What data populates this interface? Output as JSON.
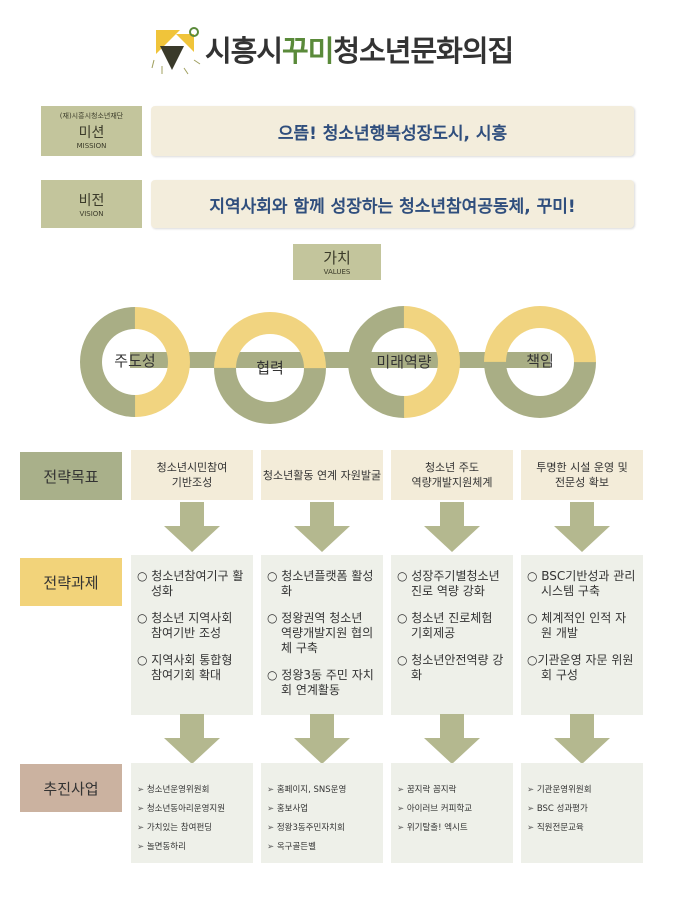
{
  "title": {
    "part1": "시흥시",
    "part2": "꾸미",
    "part3": "청소년문화의집"
  },
  "mission": {
    "small": "(재)시흥시청소년재단",
    "label": "미션",
    "sub": "MISSION",
    "text": "으뜸! 청소년행복성장도시, 시흥"
  },
  "vision": {
    "label": "비전",
    "sub": "VISION",
    "text": "지역사회와 함께 성장하는 청소년참여공동체, 꾸미!"
  },
  "values": {
    "label": "가치",
    "sub": "VALUES",
    "items": [
      "주도성",
      "협력",
      "미래역량",
      "책임"
    ]
  },
  "rows": {
    "goal": "전략목표",
    "task": "전략과제",
    "project": "추진사업"
  },
  "columns": [
    {
      "goal": "청소년시민참여\n기반조성",
      "tasks": [
        "○ 청소년참여기구 활성화",
        "○ 청소년 지역사회 참여기반 조성",
        "○ 지역사회 통합형 참여기회 확대"
      ],
      "projects": [
        "청소년운영위원회",
        "청소년동아리운영지원",
        "가치있는 참여펀딩",
        "놀면동하리"
      ]
    },
    {
      "goal": "청소년활동 연계 자원발굴",
      "tasks": [
        "○ 청소년플랫폼 활성화",
        "○ 정왕권역 청소년 역량개발지원 협의체 구축",
        "○ 정왕3동 주민 자치회 연계활동"
      ],
      "projects": [
        "홈페이지, SNS운영",
        "홍보사업",
        "정왕3동주민자치회",
        "옥구골든벨"
      ]
    },
    {
      "goal": "청소년 주도\n역량개발지원체계",
      "tasks": [
        "○ 성장주기별청소년 진로 역량 강화",
        "○ 청소년 진로체험 기회제공",
        "○ 청소년안전역량 강화"
      ],
      "projects": [
        "꿈지락 꼼지락",
        "아이러브 커피학교",
        "위기탈출! 엑시트"
      ]
    },
    {
      "goal": "투명한 시설 운영 및\n전문성 확보",
      "tasks": [
        "○ BSC기반성과 관리 시스템 구축",
        "○ 체계적인 인적 자원 개발",
        "○기관운영 자문 위원회 구성"
      ],
      "projects": [
        "기관운영위원회",
        "BSC 성과평가",
        "직원전문교육"
      ]
    }
  ],
  "colors": {
    "olive": "#a9ae85",
    "yellow": "#f1d480",
    "goalLabel": "#a9b08a",
    "taskLabel": "#f2d37a",
    "projectLabel": "#cbb2a0"
  }
}
